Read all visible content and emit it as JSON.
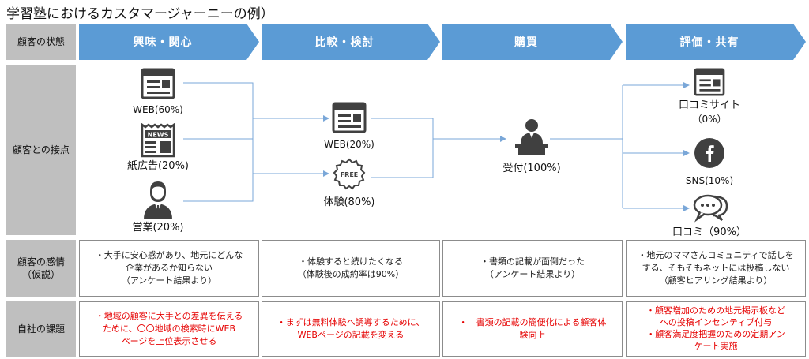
{
  "title": "学習塾におけるカスタマージャーニーの例）",
  "row_labels": {
    "state": "顧客の状態",
    "touchpoint": "顧客との接点",
    "emotion_l1": "顧客の感情",
    "emotion_l2": "（仮説）",
    "issue": "自社の課題"
  },
  "stages": [
    {
      "label": "興味・関心"
    },
    {
      "label": "比較・検討"
    },
    {
      "label": "購買"
    },
    {
      "label": "評価・共有"
    }
  ],
  "touchpoints": {
    "interest": [
      {
        "icon": "web-browser-icon",
        "label": "WEB(60%)"
      },
      {
        "icon": "newspaper-icon",
        "label": "紙広告(20%)"
      },
      {
        "icon": "salesperson-icon",
        "label": "営業(20%)"
      }
    ],
    "compare": [
      {
        "icon": "web-browser-icon",
        "label": "WEB(20%)"
      },
      {
        "icon": "free-badge-icon",
        "badge_text": "FREE",
        "label": "体験(80%)"
      }
    ],
    "purchase": [
      {
        "icon": "receptionist-icon",
        "label": "受付(100%)"
      }
    ],
    "share": [
      {
        "icon": "web-browser-icon",
        "label": "口コミサイト",
        "label2": "（0%）"
      },
      {
        "icon": "facebook-icon",
        "label": "SNS(10%)"
      },
      {
        "icon": "speech-bubble-icon",
        "label": "口コミ（90%）"
      }
    ]
  },
  "emotions": [
    {
      "lines": [
        "・大手に安心感があり、地元にどんな",
        "企業があるか知らない",
        "（アンケート結果より）"
      ]
    },
    {
      "lines": [
        "・体験すると続けたくなる",
        "（体験後の成約率は90%）"
      ]
    },
    {
      "lines": [
        "・書類の記載が面倒だった",
        "（アンケート結果より）"
      ]
    },
    {
      "lines": [
        "・地元のママさんコミュニティで話しを",
        "する、そもそもネットには投稿しない",
        "（顧客ヒアリング結果より）"
      ]
    }
  ],
  "issues": [
    {
      "lines": [
        "・地域の顧客に大手との差異を伝える",
        "ために、〇〇地域の検索時にWEB",
        "ページを上位表示させる"
      ]
    },
    {
      "lines": [
        "・まずは無料体験へ誘導するために、",
        "WEBページの記載を変える"
      ]
    },
    {
      "lines": [
        "・　書類の記載の簡便化による顧客体",
        "験向上"
      ]
    },
    {
      "lines": [
        "・顧客増加のための地元掲示板など",
        "への投稿インセンティブ付与",
        "・顧客満足度把握のための定期アン",
        "ケート実施"
      ]
    }
  ],
  "colors": {
    "arrow": "#5b9bd5",
    "label_bg": "#bfbfbf",
    "wire": "#7aa7d8",
    "issue_text": "#e60000",
    "icon_dark": "#404040"
  }
}
